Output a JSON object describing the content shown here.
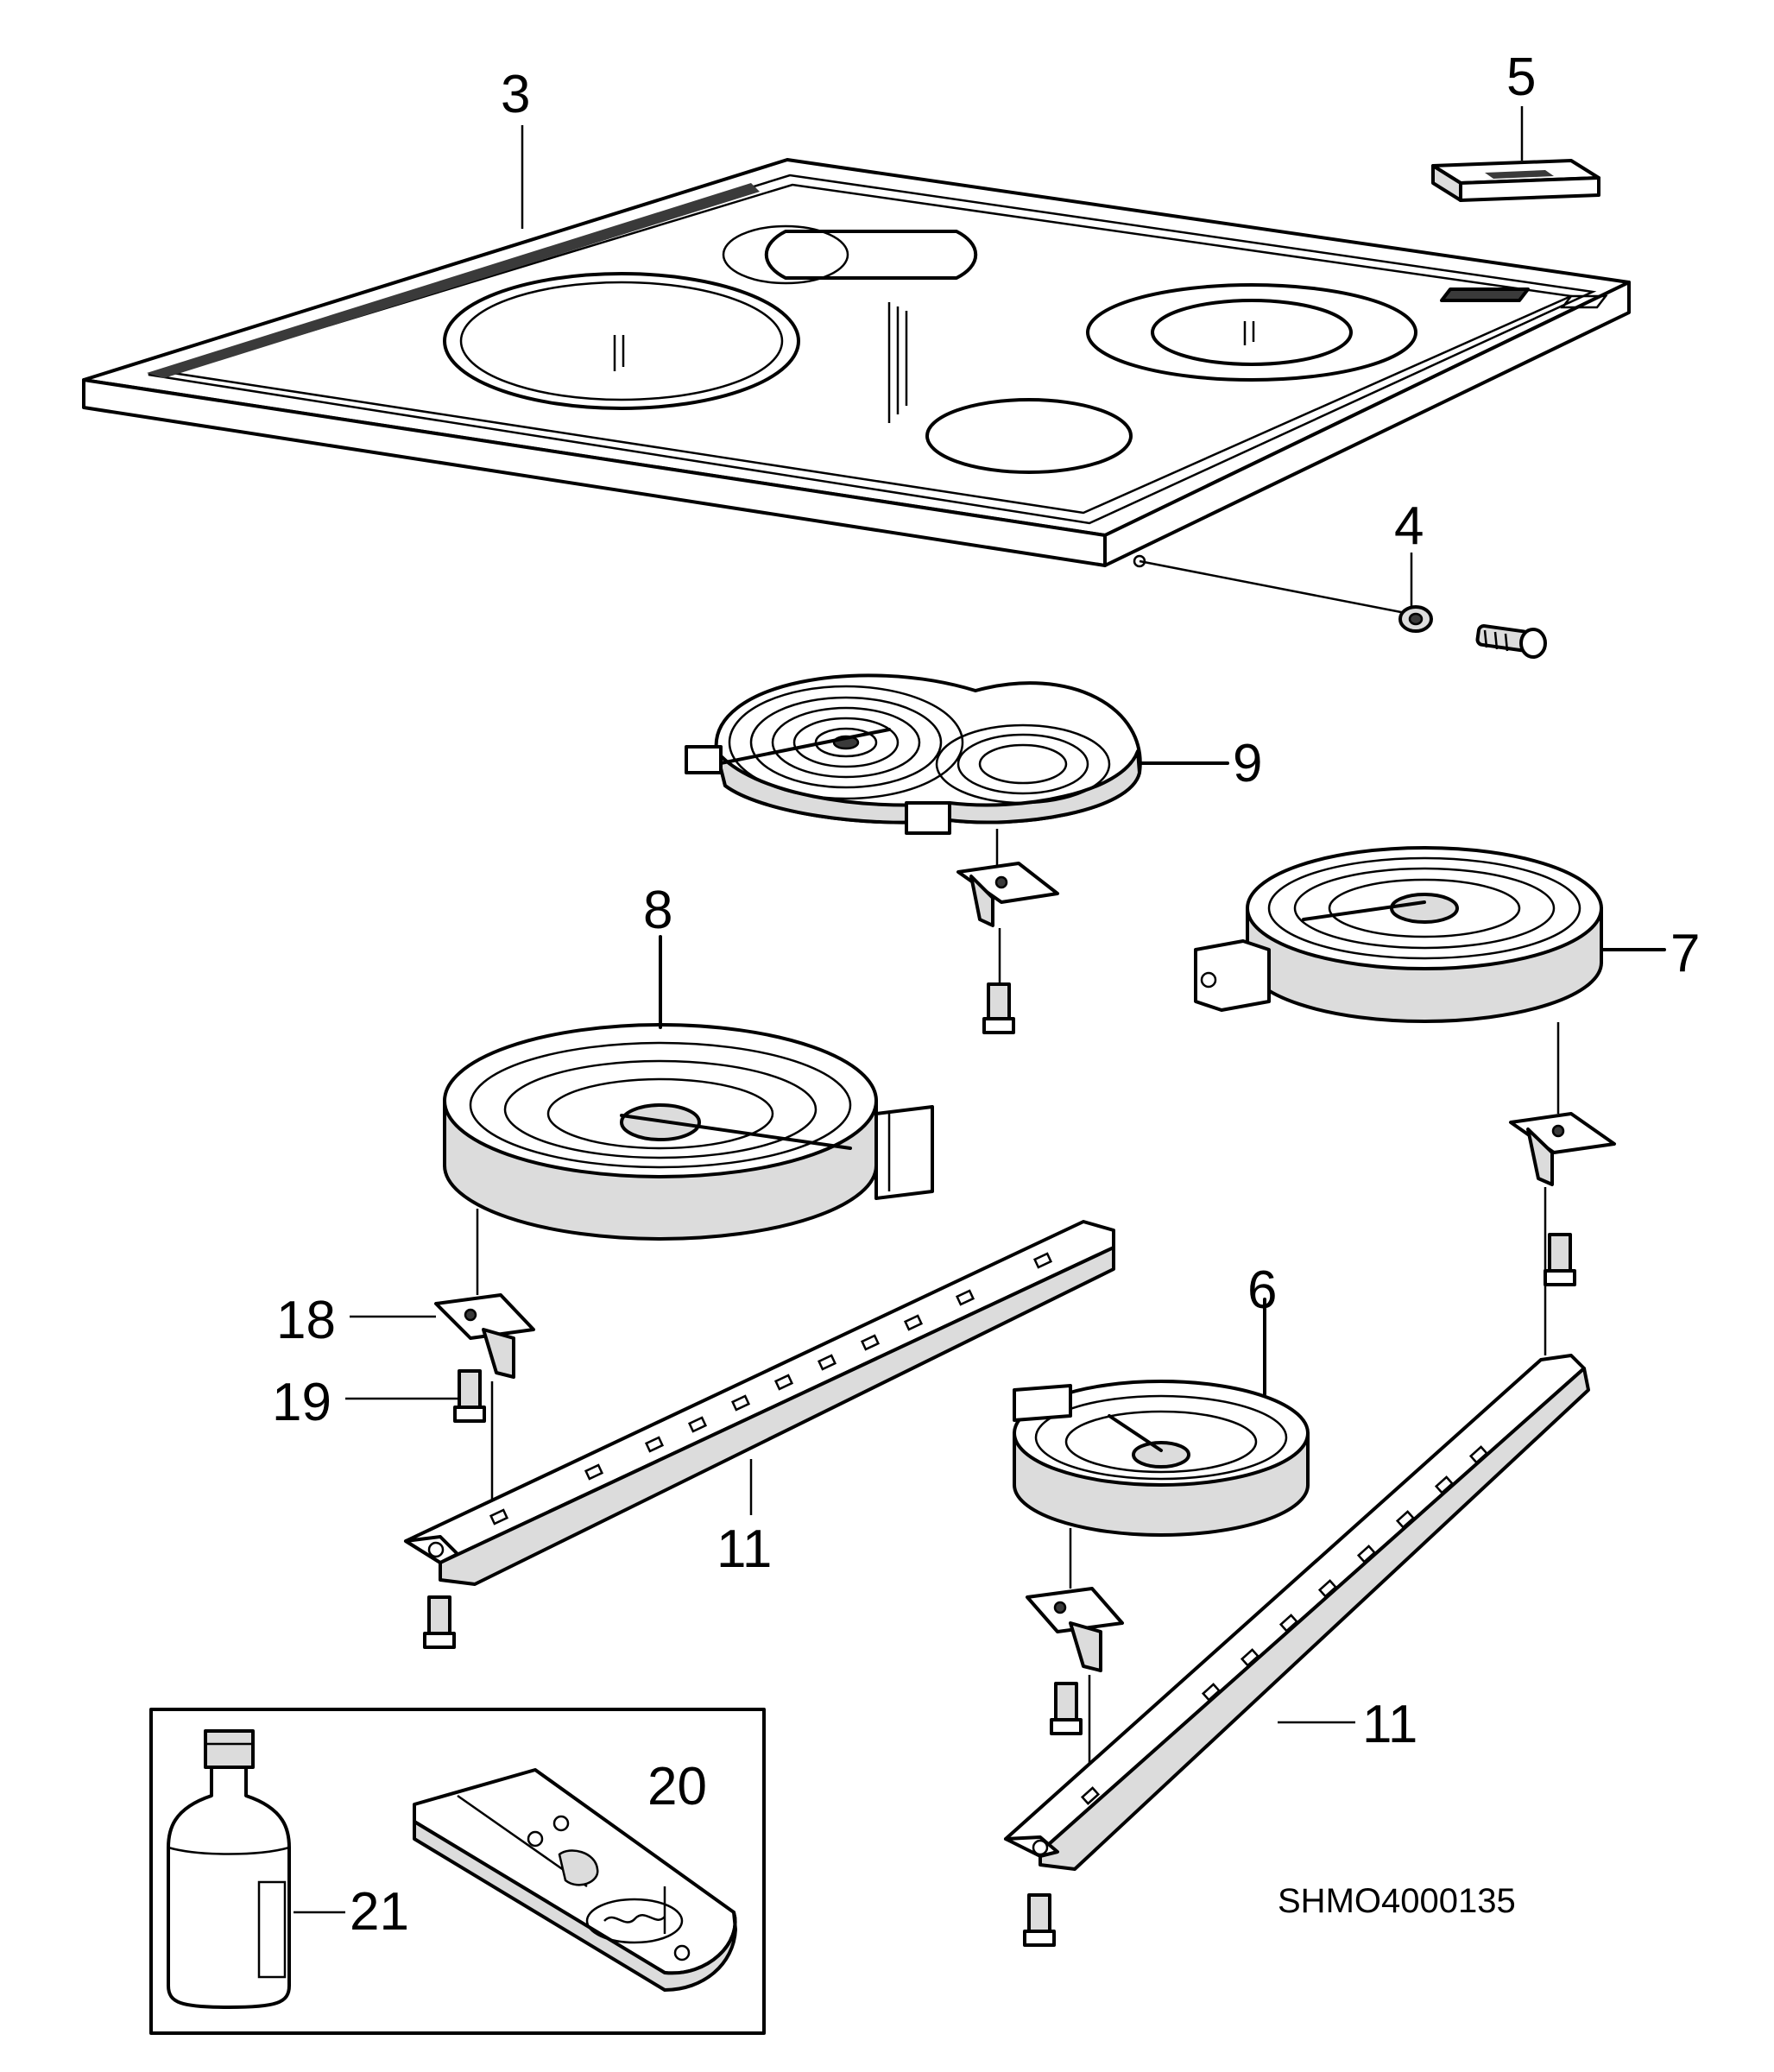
{
  "drawing_code": "SHMO4000135",
  "labels": {
    "p3": "3",
    "p5": "5",
    "p4": "4",
    "p9": "9",
    "p8": "8",
    "p7": "7",
    "p18": "18",
    "p19": "19",
    "p6": "6",
    "p11a": "11",
    "p11b": "11",
    "p20": "20",
    "p21": "21"
  }
}
